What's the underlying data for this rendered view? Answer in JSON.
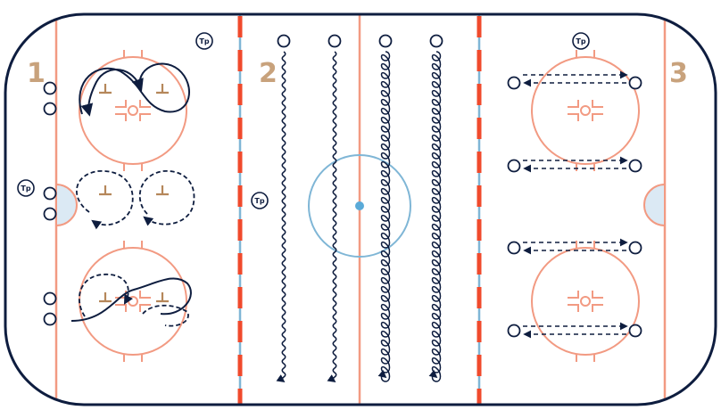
{
  "colors": {
    "border": "#0e1d3f",
    "red_line": "#f04a2c",
    "blue_line": "#7fb6d6",
    "faceoff": "#f29a82",
    "hash_brown": "#b5875a",
    "center_dot": "#5aaad8",
    "crease_fill": "#dbe9f4",
    "player": "#0e1d3f",
    "zone_label": "#c8a27c"
  },
  "zones": [
    {
      "label": "1"
    },
    {
      "label": "2"
    },
    {
      "label": "3"
    }
  ],
  "tp_label": "Tp",
  "players": {
    "zone1": 6,
    "zone2": 4,
    "zone3": 8
  }
}
